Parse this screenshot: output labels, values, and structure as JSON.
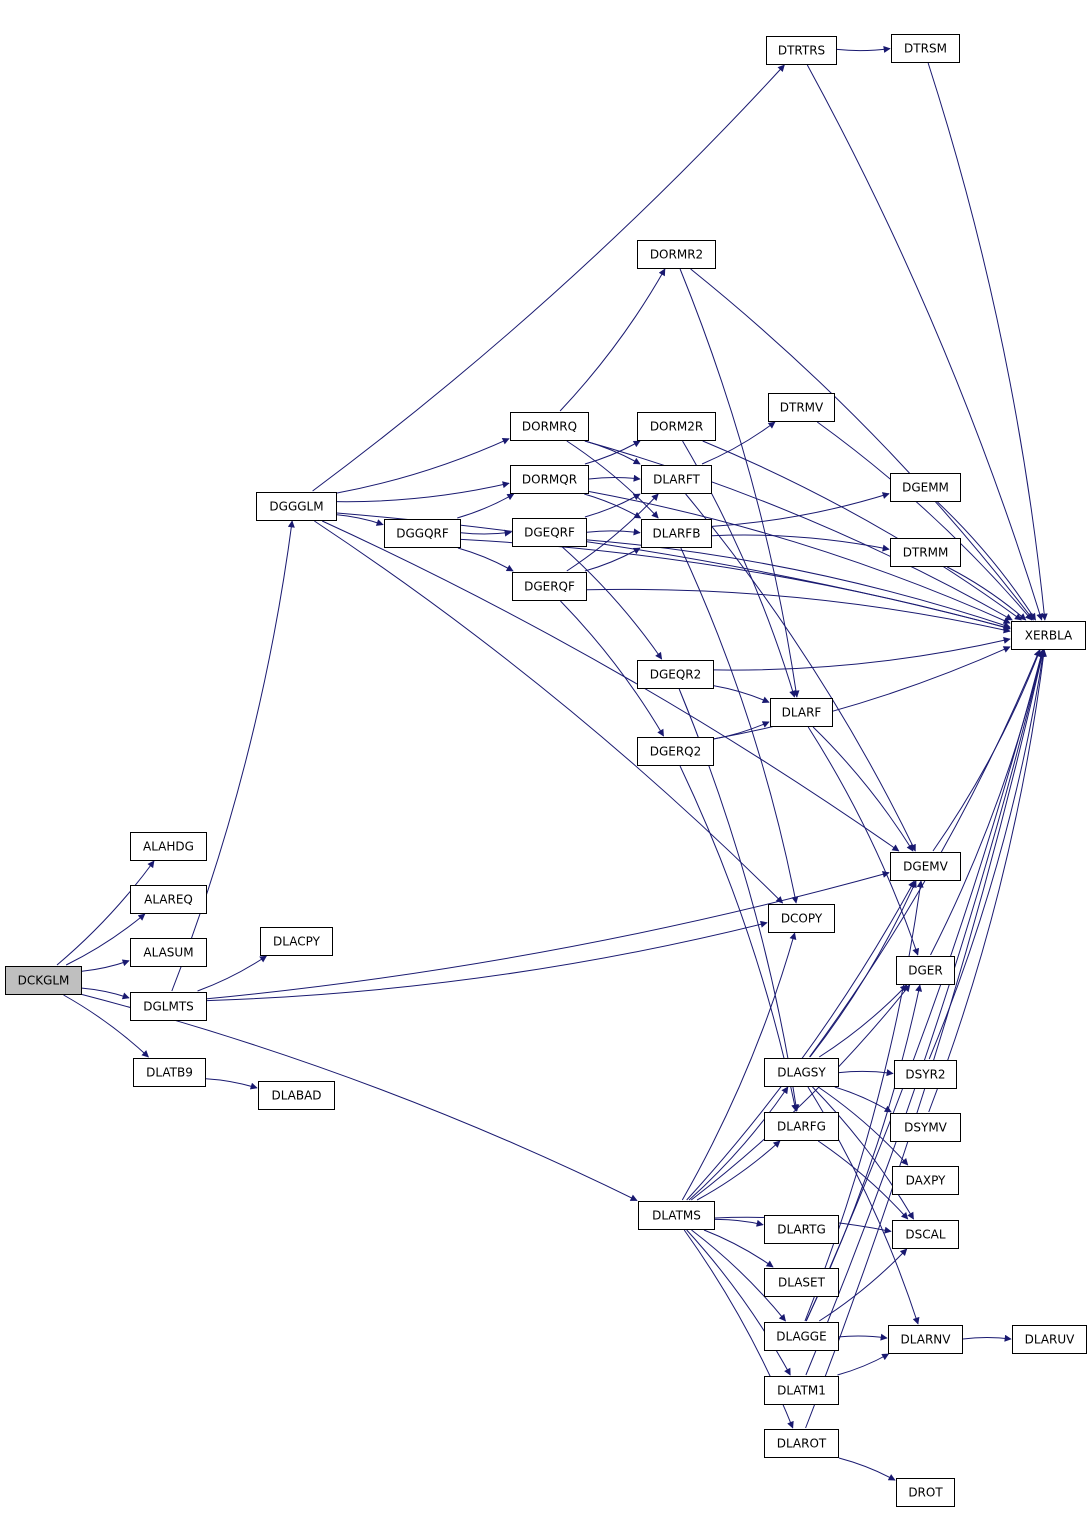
{
  "graph": {
    "root": "DCKGLM",
    "colors": {
      "edge": "#191970",
      "root_fill": "#bfbfbf",
      "node_fill": "#ffffff",
      "node_stroke": "#000000"
    },
    "nodes": [
      "DCKGLM",
      "ALAHDG",
      "ALAREQ",
      "ALASUM",
      "DGLMTS",
      "DLATB9",
      "DLACPY",
      "DLABAD",
      "DGGGLM",
      "DGGQRF",
      "DORMRQ",
      "DORMQR",
      "DGEQRF",
      "DGERQF",
      "DORMR2",
      "DORM2R",
      "DLARFT",
      "DLARFB",
      "DGEQR2",
      "DGERQ2",
      "DTRTRS",
      "DTRSM",
      "DTRMV",
      "DGEMM",
      "DTRMM",
      "XERBLA",
      "DLARF",
      "DGEMV",
      "DCOPY",
      "DGER",
      "DLAGSY",
      "DSYR2",
      "DSYMV",
      "DLARFG",
      "DAXPY",
      "DLATMS",
      "DSCAL",
      "DLARTG",
      "DLASET",
      "DLAGGE",
      "DLARNV",
      "DLARUV",
      "DLATM1",
      "DLAROT",
      "DROT"
    ],
    "edges": [
      [
        "DCKGLM",
        "ALAHDG"
      ],
      [
        "DCKGLM",
        "ALAREQ"
      ],
      [
        "DCKGLM",
        "ALASUM"
      ],
      [
        "DCKGLM",
        "DGLMTS"
      ],
      [
        "DCKGLM",
        "DLATB9"
      ],
      [
        "DCKGLM",
        "DLATMS"
      ],
      [
        "DGLMTS",
        "DGGGLM"
      ],
      [
        "DGLMTS",
        "DLACPY"
      ],
      [
        "DGLMTS",
        "DCOPY"
      ],
      [
        "DGLMTS",
        "DGEMV"
      ],
      [
        "DLATB9",
        "DLABAD"
      ],
      [
        "DGGGLM",
        "DTRTRS"
      ],
      [
        "DGGGLM",
        "XERBLA"
      ],
      [
        "DGGGLM",
        "DGGQRF"
      ],
      [
        "DGGGLM",
        "DORMRQ"
      ],
      [
        "DGGGLM",
        "DORMQR"
      ],
      [
        "DGGGLM",
        "DGEMV"
      ],
      [
        "DGGGLM",
        "DCOPY"
      ],
      [
        "DGGQRF",
        "DGEQRF"
      ],
      [
        "DGGQRF",
        "DGERQF"
      ],
      [
        "DGGQRF",
        "DORMQR"
      ],
      [
        "DGGQRF",
        "XERBLA"
      ],
      [
        "DORMRQ",
        "DORMR2"
      ],
      [
        "DORMRQ",
        "DLARFT"
      ],
      [
        "DORMRQ",
        "DLARFB"
      ],
      [
        "DORMRQ",
        "XERBLA"
      ],
      [
        "DORMQR",
        "DORM2R"
      ],
      [
        "DORMQR",
        "DLARFT"
      ],
      [
        "DORMQR",
        "DLARFB"
      ],
      [
        "DORMQR",
        "XERBLA"
      ],
      [
        "DGEQRF",
        "DLARFT"
      ],
      [
        "DGEQRF",
        "DLARFB"
      ],
      [
        "DGEQRF",
        "DGEQR2"
      ],
      [
        "DGEQRF",
        "XERBLA"
      ],
      [
        "DGERQF",
        "DLARFT"
      ],
      [
        "DGERQF",
        "DLARFB"
      ],
      [
        "DGERQF",
        "DGERQ2"
      ],
      [
        "DGERQF",
        "XERBLA"
      ],
      [
        "DORMR2",
        "DLARF"
      ],
      [
        "DORMR2",
        "XERBLA"
      ],
      [
        "DORM2R",
        "DLARF"
      ],
      [
        "DORM2R",
        "XERBLA"
      ],
      [
        "DLARFT",
        "DTRMV"
      ],
      [
        "DLARFT",
        "DGEMV"
      ],
      [
        "DLARFB",
        "DGEMM"
      ],
      [
        "DLARFB",
        "DTRMM"
      ],
      [
        "DLARFB",
        "DCOPY"
      ],
      [
        "DGEQR2",
        "DLARF"
      ],
      [
        "DGEQR2",
        "DLARFG"
      ],
      [
        "DGEQR2",
        "XERBLA"
      ],
      [
        "DGERQ2",
        "DLARF"
      ],
      [
        "DGERQ2",
        "DLARFG"
      ],
      [
        "DGERQ2",
        "XERBLA"
      ],
      [
        "DTRTRS",
        "DTRSM"
      ],
      [
        "DTRTRS",
        "XERBLA"
      ],
      [
        "DTRSM",
        "XERBLA"
      ],
      [
        "DTRMV",
        "XERBLA"
      ],
      [
        "DGEMM",
        "XERBLA"
      ],
      [
        "DTRMM",
        "XERBLA"
      ],
      [
        "DLARF",
        "DGEMV"
      ],
      [
        "DLARF",
        "DGER"
      ],
      [
        "DGEMV",
        "XERBLA"
      ],
      [
        "DGER",
        "XERBLA"
      ],
      [
        "DLAGSY",
        "XERBLA"
      ],
      [
        "DLAGSY",
        "DGEMV"
      ],
      [
        "DLAGSY",
        "DGER"
      ],
      [
        "DLAGSY",
        "DSYR2"
      ],
      [
        "DLAGSY",
        "DSYMV"
      ],
      [
        "DLAGSY",
        "DAXPY"
      ],
      [
        "DLAGSY",
        "DSCAL"
      ],
      [
        "DLAGSY",
        "DLARNV"
      ],
      [
        "DSYR2",
        "XERBLA"
      ],
      [
        "DSYMV",
        "XERBLA"
      ],
      [
        "DLARFG",
        "DSCAL"
      ],
      [
        "DLATMS",
        "DLAGSY"
      ],
      [
        "DLATMS",
        "DLARFG"
      ],
      [
        "DLATMS",
        "DCOPY"
      ],
      [
        "DLATMS",
        "DSCAL"
      ],
      [
        "DLATMS",
        "DLARTG"
      ],
      [
        "DLATMS",
        "DLASET"
      ],
      [
        "DLATMS",
        "DLAGGE"
      ],
      [
        "DLATMS",
        "DLATM1"
      ],
      [
        "DLATMS",
        "DLAROT"
      ],
      [
        "DLATMS",
        "DGEMV"
      ],
      [
        "DLATMS",
        "DGER"
      ],
      [
        "DLAGGE",
        "XERBLA"
      ],
      [
        "DLAGGE",
        "DGEMV"
      ],
      [
        "DLAGGE",
        "DGER"
      ],
      [
        "DLAGGE",
        "DSCAL"
      ],
      [
        "DLAGGE",
        "DLARNV"
      ],
      [
        "DLARNV",
        "DLARUV"
      ],
      [
        "DLATM1",
        "DLARNV"
      ],
      [
        "DLATM1",
        "XERBLA"
      ],
      [
        "DLAROT",
        "DROT"
      ],
      [
        "DLAROT",
        "XERBLA"
      ]
    ]
  }
}
